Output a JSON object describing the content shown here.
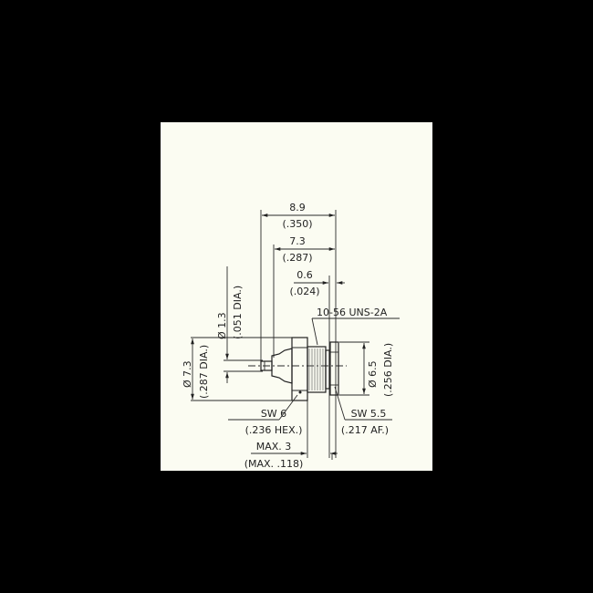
{
  "drawing": {
    "overall_length": {
      "mm": "8.9",
      "inch": "(.350)"
    },
    "body_length": {
      "mm": "7.3",
      "inch": "(.287)"
    },
    "flange_thickness": {
      "mm": "0.6",
      "inch": "(.024)"
    },
    "thread": "10-56 UNS-2A",
    "pin_diameter": {
      "mm": "Ø 1.3",
      "inch": "(.051 DIA.)"
    },
    "nut_diameter": {
      "mm": "Ø 7.3",
      "inch": "(.287 DIA.)"
    },
    "flange_diameter": {
      "mm": "Ø 6.5",
      "inch": "(.256 DIA.)"
    },
    "nut_wrench": {
      "mm": "SW 6",
      "inch": "(.236 HEX.)"
    },
    "flange_wrench": {
      "mm": "SW 5.5",
      "inch": "(.217 AF.)"
    },
    "panel_thickness": {
      "mm": "MAX. 3",
      "inch": "(MAX. .118)"
    }
  }
}
